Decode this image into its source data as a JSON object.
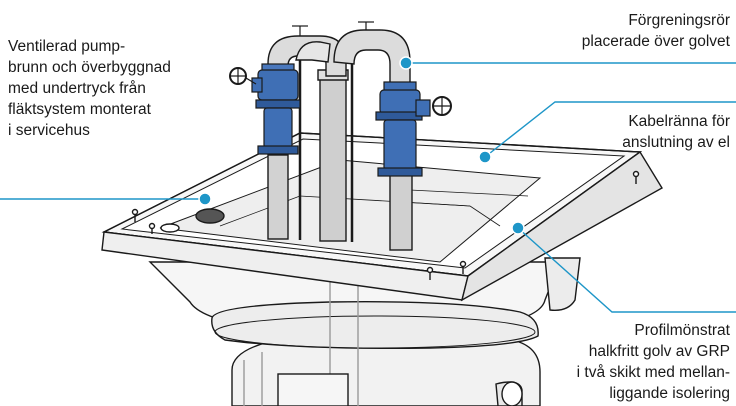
{
  "colors": {
    "accent": "#1e96c8",
    "valve_blue": "#3f6fb5",
    "pipe_grey": "#c8c8c8",
    "outline": "#1a1a1a"
  },
  "labels": {
    "pumpbrunn": [
      "Ventilerad pump-",
      "brunn och överbyggnad",
      "med undertryck från",
      "fläktsystem monterat",
      "i servicehus"
    ],
    "forgrening": [
      "Förgreningsrör",
      "placerade över golvet"
    ],
    "kabel": [
      "Kabelränna för",
      "anslutning av el"
    ],
    "golv": [
      "Profilmönstrat",
      "halkfritt golv av GRP",
      "i två skikt med mellan-",
      "liggande isolering"
    ]
  }
}
